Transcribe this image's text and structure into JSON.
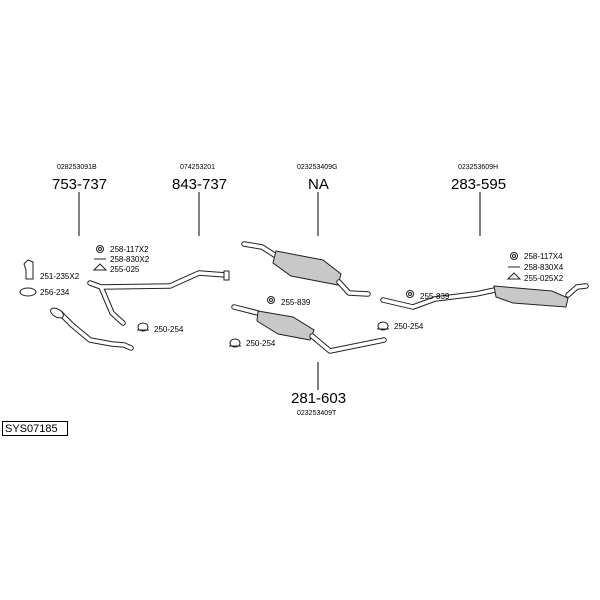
{
  "system_code": "SYS07185",
  "groups": {
    "g1": {
      "oem": "028253091B",
      "number": "753-737"
    },
    "g2": {
      "oem": "074253201",
      "number": "843-737"
    },
    "g3": {
      "oem": "023253409G",
      "number": "NA"
    },
    "g4": {
      "oem": "023253609H",
      "number": "283-595"
    },
    "g5": {
      "oem": "023253409T",
      "number": "281-603"
    }
  },
  "parts": {
    "p251": "251-235X2",
    "p256": "256-234",
    "p258a": "258-117X2",
    "p258b": "258-830X2",
    "p255a": "255-025",
    "p250a": "250-254",
    "p255b": "255-839",
    "p250b": "250-254",
    "p255c": "255-839",
    "p250c": "250-254",
    "p258c": "258-117X4",
    "p258d": "258-830X4",
    "p255d": "255-025X2"
  },
  "icons": {
    "clamp": "clamp-icon",
    "ring": "ring-icon",
    "bolt": "bolt-icon",
    "hanger": "hanger-icon",
    "gasket": "gasket-icon",
    "bracket": "bracket-icon"
  }
}
